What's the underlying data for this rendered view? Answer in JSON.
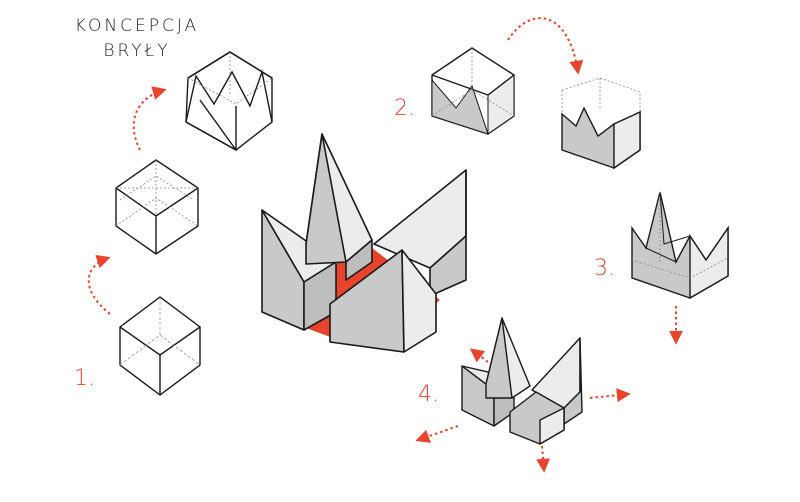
{
  "title": {
    "line1": "KONCEPCJA",
    "line2": "BRYŁY"
  },
  "steps": {
    "s1": "1.",
    "s2": "2.",
    "s3": "3.",
    "s4": "4."
  },
  "colors": {
    "line": "#1a1a1a",
    "shade": "#c9c9c9",
    "light": "#ececec",
    "accent": "#e8432c"
  }
}
